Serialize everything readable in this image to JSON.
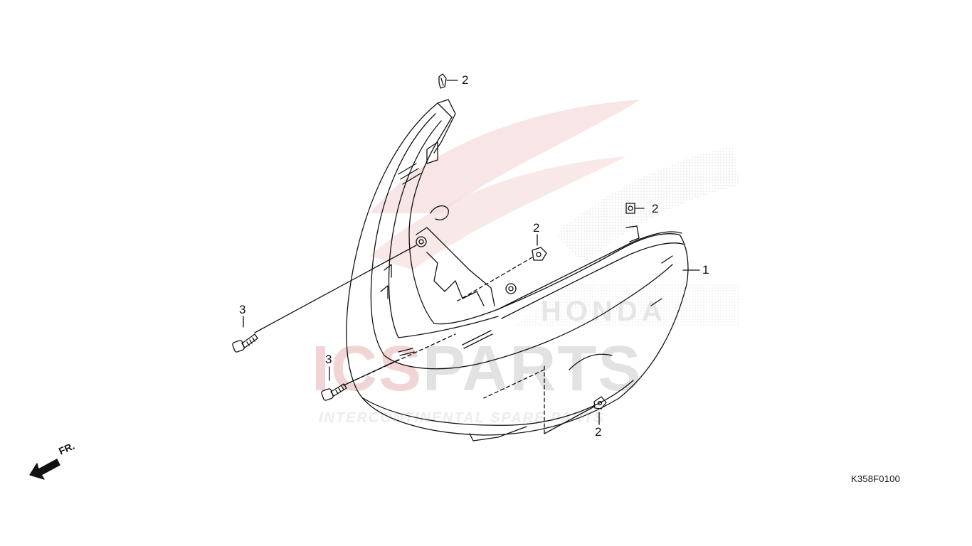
{
  "diagram": {
    "callouts": [
      {
        "id": "clip-top",
        "label": "2"
      },
      {
        "id": "nut-right-top",
        "label": "2"
      },
      {
        "id": "nut-center",
        "label": "2"
      },
      {
        "id": "cover",
        "label": "1"
      },
      {
        "id": "bolt-left",
        "label": "3"
      },
      {
        "id": "bolt-lower",
        "label": "3"
      },
      {
        "id": "nut-bottom",
        "label": "2"
      }
    ],
    "diagram_code": "K358F0100",
    "front_arrow_label": "FR."
  },
  "watermark": {
    "brand_part1": "ICS",
    "brand_part2": "PARTS",
    "tagline": "INTERCONTINENTAL SPARE PARTS",
    "honda": "HONDA"
  },
  "colors": {
    "line": "#111111",
    "watermark_red": "#f1d5d5",
    "watermark_grey": "#e2e2e2"
  }
}
